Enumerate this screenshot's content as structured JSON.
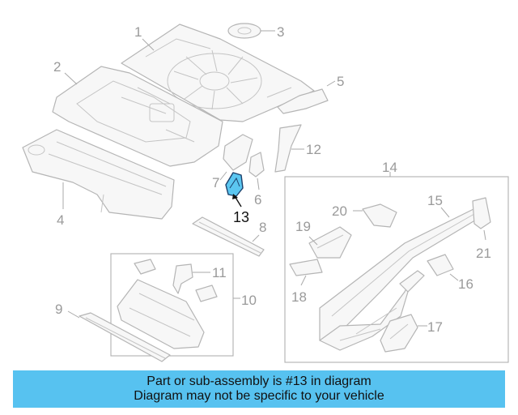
{
  "callouts": {
    "c1": "1",
    "c2": "2",
    "c3": "3",
    "c4": "4",
    "c5": "5",
    "c6": "6",
    "c7": "7",
    "c8": "8",
    "c9": "9",
    "c10": "10",
    "c11": "11",
    "c12": "12",
    "c13": "13",
    "c14": "14",
    "c15": "15",
    "c16": "16",
    "c17": "17",
    "c18": "18",
    "c19": "19",
    "c20": "20",
    "c21": "21"
  },
  "highlighted_part": "13",
  "banner": {
    "line1": "Part or sub-assembly is #13 in diagram",
    "line2": "Diagram may not be specific to your vehicle"
  },
  "colors": {
    "highlight_fill": "#5bc6f0",
    "banner_bg": "#57c2f0",
    "part_stroke": "#b5b5b5"
  }
}
